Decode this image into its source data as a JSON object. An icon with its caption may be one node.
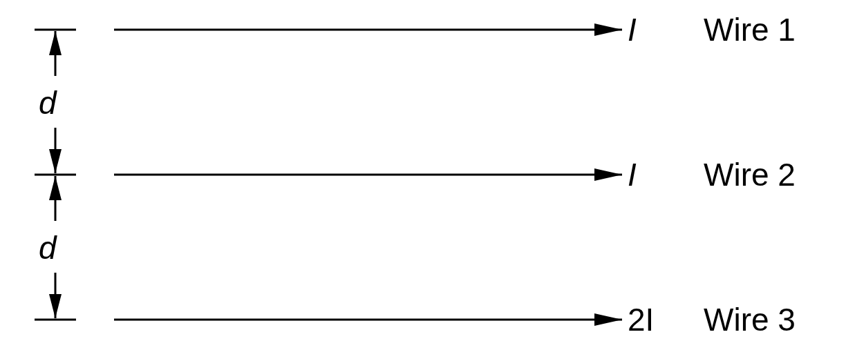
{
  "diagram": {
    "labels": [
      "I",
      "Wire 1",
      "d",
      "I",
      "Wire 2",
      "d",
      "2I",
      "Wire 3"
    ]
  }
}
